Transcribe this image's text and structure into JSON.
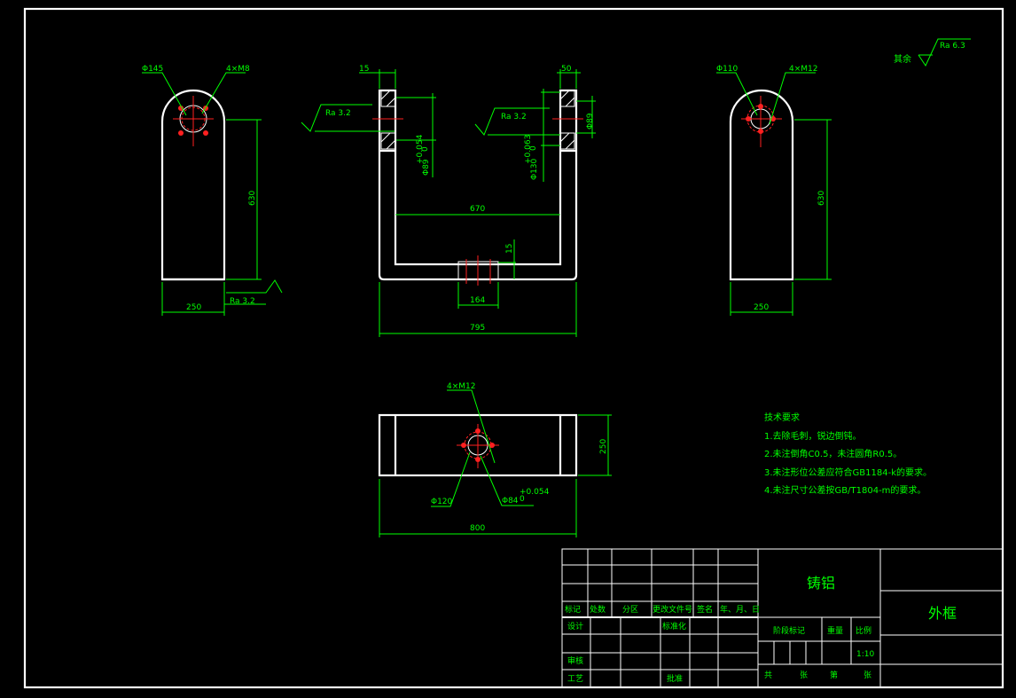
{
  "views": {
    "side_left": {
      "dia_hole": "Φ145",
      "thread": "4×M8",
      "height": "630",
      "width": "250",
      "roughness": "Ra 3.2"
    },
    "front": {
      "top_left": "15",
      "top_right": "50",
      "rough_left": "Ra 3.2",
      "rough_right": "Ra 3.2",
      "dia_89_tol": "Φ89",
      "tol_89": "+0.054",
      "tol_89_low": "0",
      "dia_130": "Φ130",
      "tol_130": "+0.063",
      "tol_130_low": "0",
      "dia_89_right": "Φ89",
      "inner": "670",
      "bottom_gap": "15",
      "slot": "164",
      "overall": "795"
    },
    "side_right": {
      "dia_hole": "Φ110",
      "thread": "4×M12",
      "height": "630",
      "width": "250"
    },
    "bottom": {
      "thread": "4×M12",
      "dia_120": "Φ120",
      "dia_84": "Φ84",
      "tol_84": "+0.054",
      "tol_84_low": "0",
      "height": "250",
      "width": "800"
    }
  },
  "roughness_other": {
    "label": "其余",
    "value": "Ra 6.3"
  },
  "tech_requirements": {
    "title": "技术要求",
    "items": [
      "1.去除毛刺，锐边倒钝。",
      "2.未注倒角C0.5，未注圆角R0.5。",
      "3.未注形位公差应符合GB1184-k的要求。",
      "4.未注尺寸公差按GB/T1804-m的要求。"
    ]
  },
  "title_block": {
    "material": "铸铝",
    "part_name": "外框",
    "headers": [
      "标记",
      "处数",
      "分区",
      "更改文件号",
      "签名",
      "年、月、日"
    ],
    "design": "设计",
    "standardization": "标准化",
    "review": "审核",
    "process": "工艺",
    "approve": "批准",
    "stage_mark": "阶段标记",
    "weight": "重量",
    "scale": "比例",
    "scale_value": "1:10",
    "total": "共",
    "sheets1": "张",
    "page": "第",
    "sheets2": "张"
  }
}
